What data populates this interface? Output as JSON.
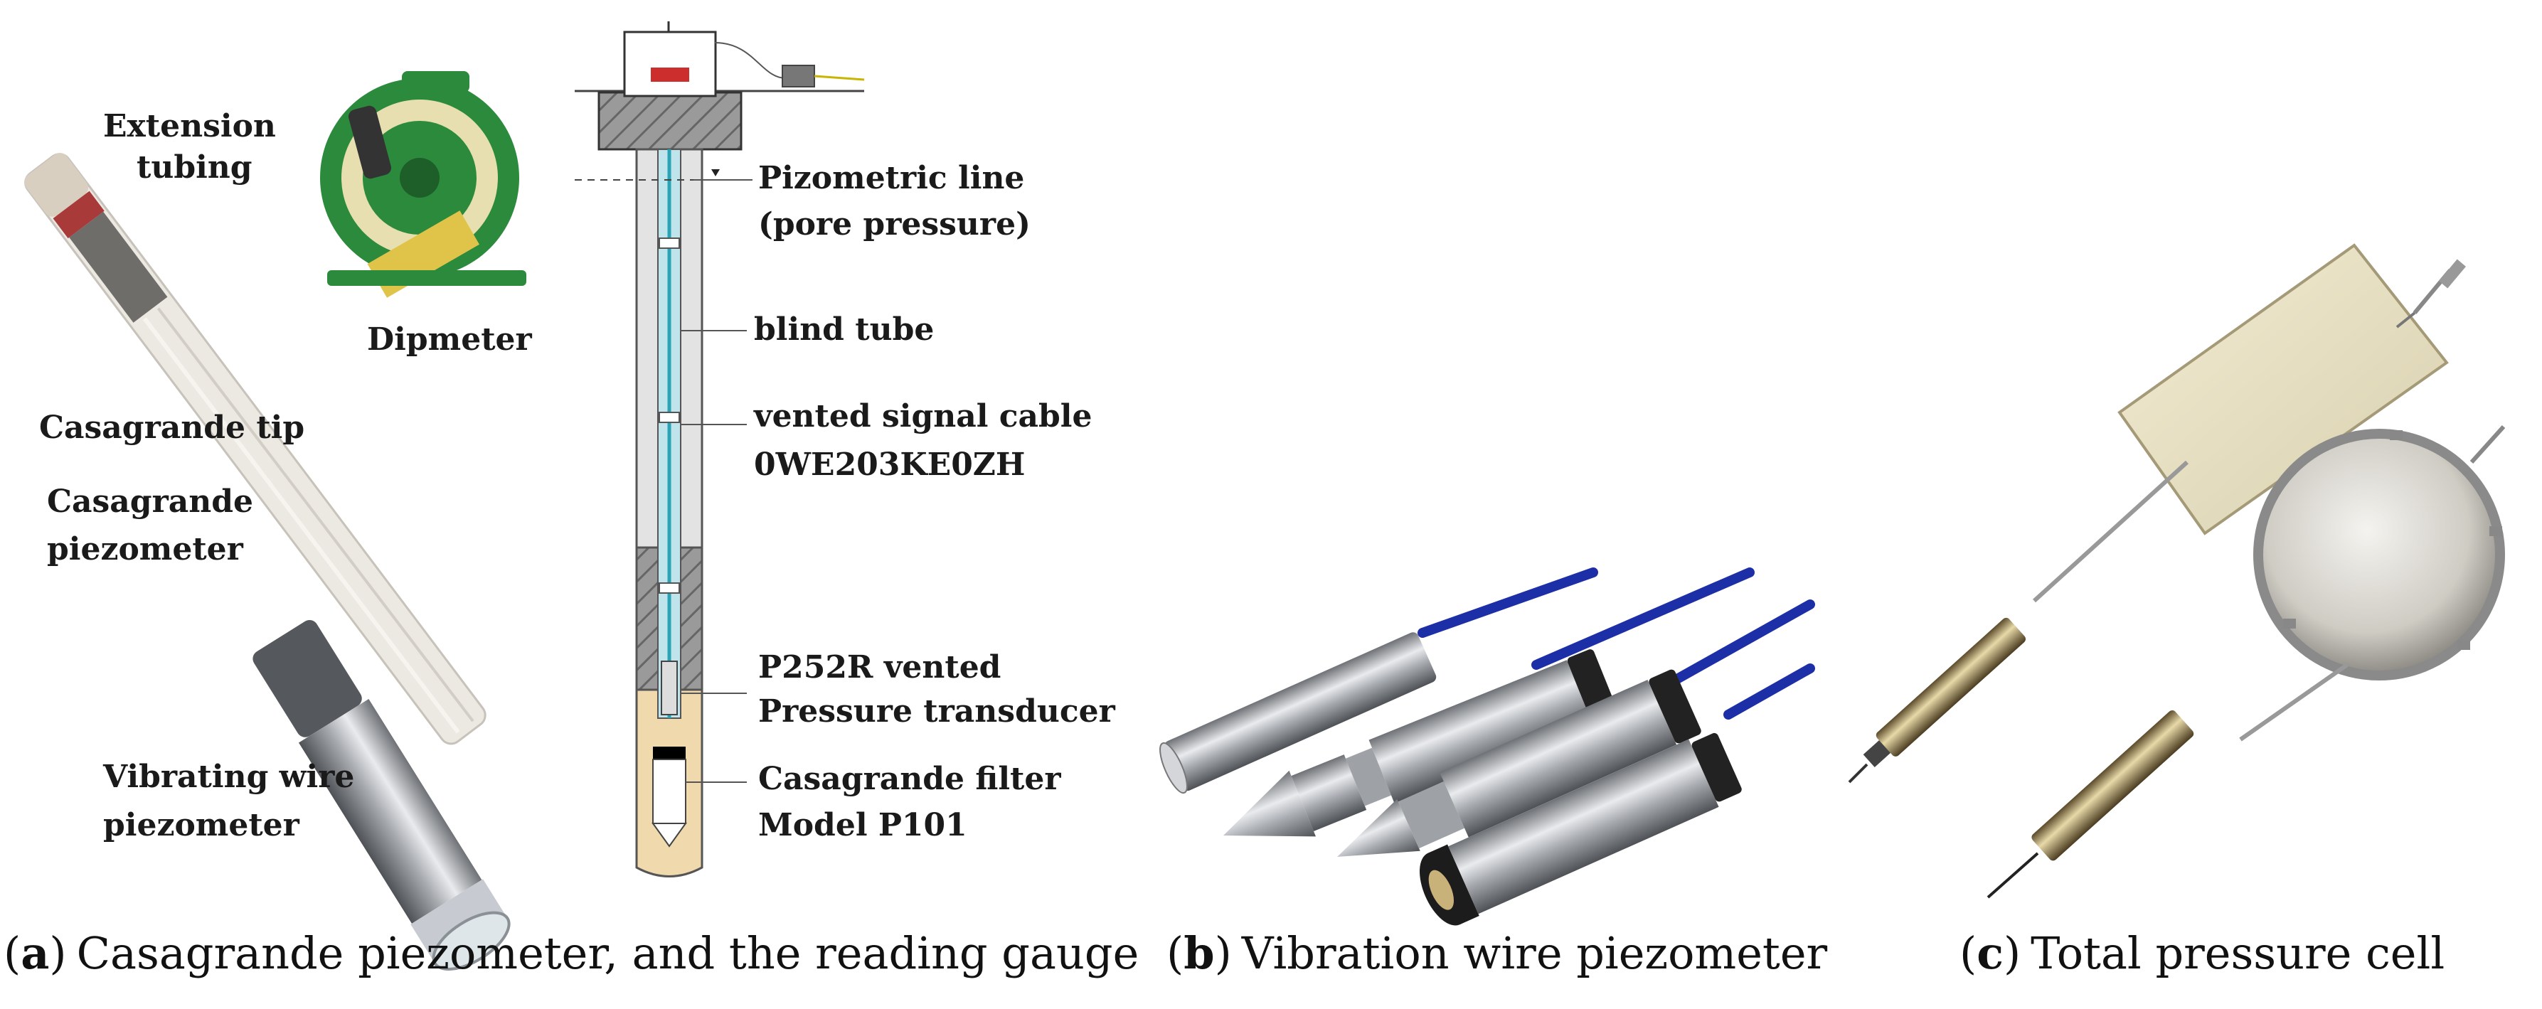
{
  "panel_a": {
    "labels": {
      "extension_tubing_1": "Extension",
      "extension_tubing_2": "tubing",
      "dipmeter": "Dipmeter",
      "casagrande_tip": "Casagrande tip",
      "casagrande_piezometer_1": "Casagrande",
      "casagrande_piezometer_2": "piezometer",
      "vibrating_wire_1": "Vibrating wire",
      "vibrating_wire_2": "piezometer",
      "pizometric_1": "Pizometric line",
      "pizometric_2": "(pore pressure)",
      "blind_tube": "blind tube",
      "vented_cable_1": "vented signal cable",
      "vented_cable_2": "0WE203KE0ZH",
      "transducer_1": "P252R vented",
      "transducer_2": "Pressure transducer",
      "filter_1": "Casagrande filter",
      "filter_2": "Model P101"
    },
    "caption_letter": "a",
    "caption_text": "Casagrande piezometer, and the reading gauge"
  },
  "panel_b": {
    "caption_letter": "b",
    "caption_text": "Vibration wire piezometer"
  },
  "panel_c": {
    "caption_letter": "c",
    "caption_text": "Total pressure cell"
  },
  "colors": {
    "tube_fill": "#e3e3e3",
    "cable_blue": "#1d2fa6",
    "sand": "#efd9ad",
    "dipmeter_green": "#2c8a3c",
    "steel": "#b5b8bc"
  }
}
